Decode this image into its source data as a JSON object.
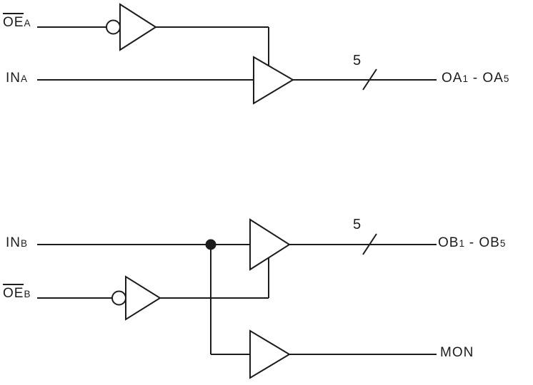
{
  "diagram": {
    "type": "logic-diagram",
    "colors": {
      "line": "#1c1c1c",
      "background": "#ffffff"
    },
    "labels": {
      "oe_a": {
        "text": "OE",
        "sub": "A",
        "overline": true
      },
      "in_a": {
        "text": "IN",
        "sub": "A"
      },
      "bus_a": "5",
      "out_a": {
        "p1": "OA",
        "s1": "1",
        "p2": " - OA",
        "s2": "5"
      },
      "in_b": {
        "text": "IN",
        "sub": "B"
      },
      "bus_b": "5",
      "out_b": {
        "p1": "OB",
        "s1": "1",
        "p2": " - OB",
        "s2": "5"
      },
      "oe_b": {
        "text": "OE",
        "sub": "B",
        "overline": true
      },
      "mon": "MON"
    },
    "components": {
      "buffers": [
        "oe-a-buffer",
        "channel-a-output-buffer",
        "channel-b-output-buffer",
        "oe-b-buffer",
        "mon-buffer"
      ],
      "inversion_bubbles": 2,
      "junction_dots": 1,
      "bus_slashes": 2
    }
  }
}
